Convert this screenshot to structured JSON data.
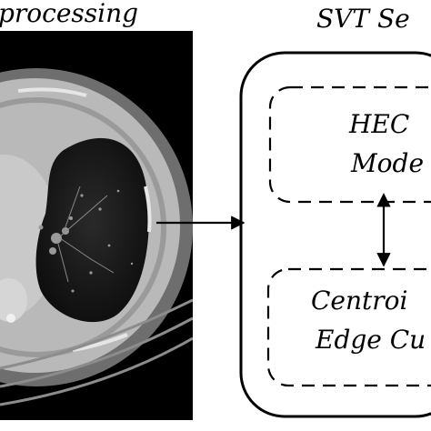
{
  "header": {
    "left_title": "processing",
    "right_title": "SVT Se"
  },
  "inner_boxes": {
    "top": {
      "line1": "HEC",
      "line2": "Mode"
    },
    "bottom": {
      "line1": "Centroi",
      "line2": "Edge Cu"
    }
  },
  "colors": {
    "ink": "#000000",
    "background": "#ffffff",
    "ct_background": "#000000",
    "ct_body": "#b9b9b9",
    "ct_lung": "#1a1a1a"
  }
}
